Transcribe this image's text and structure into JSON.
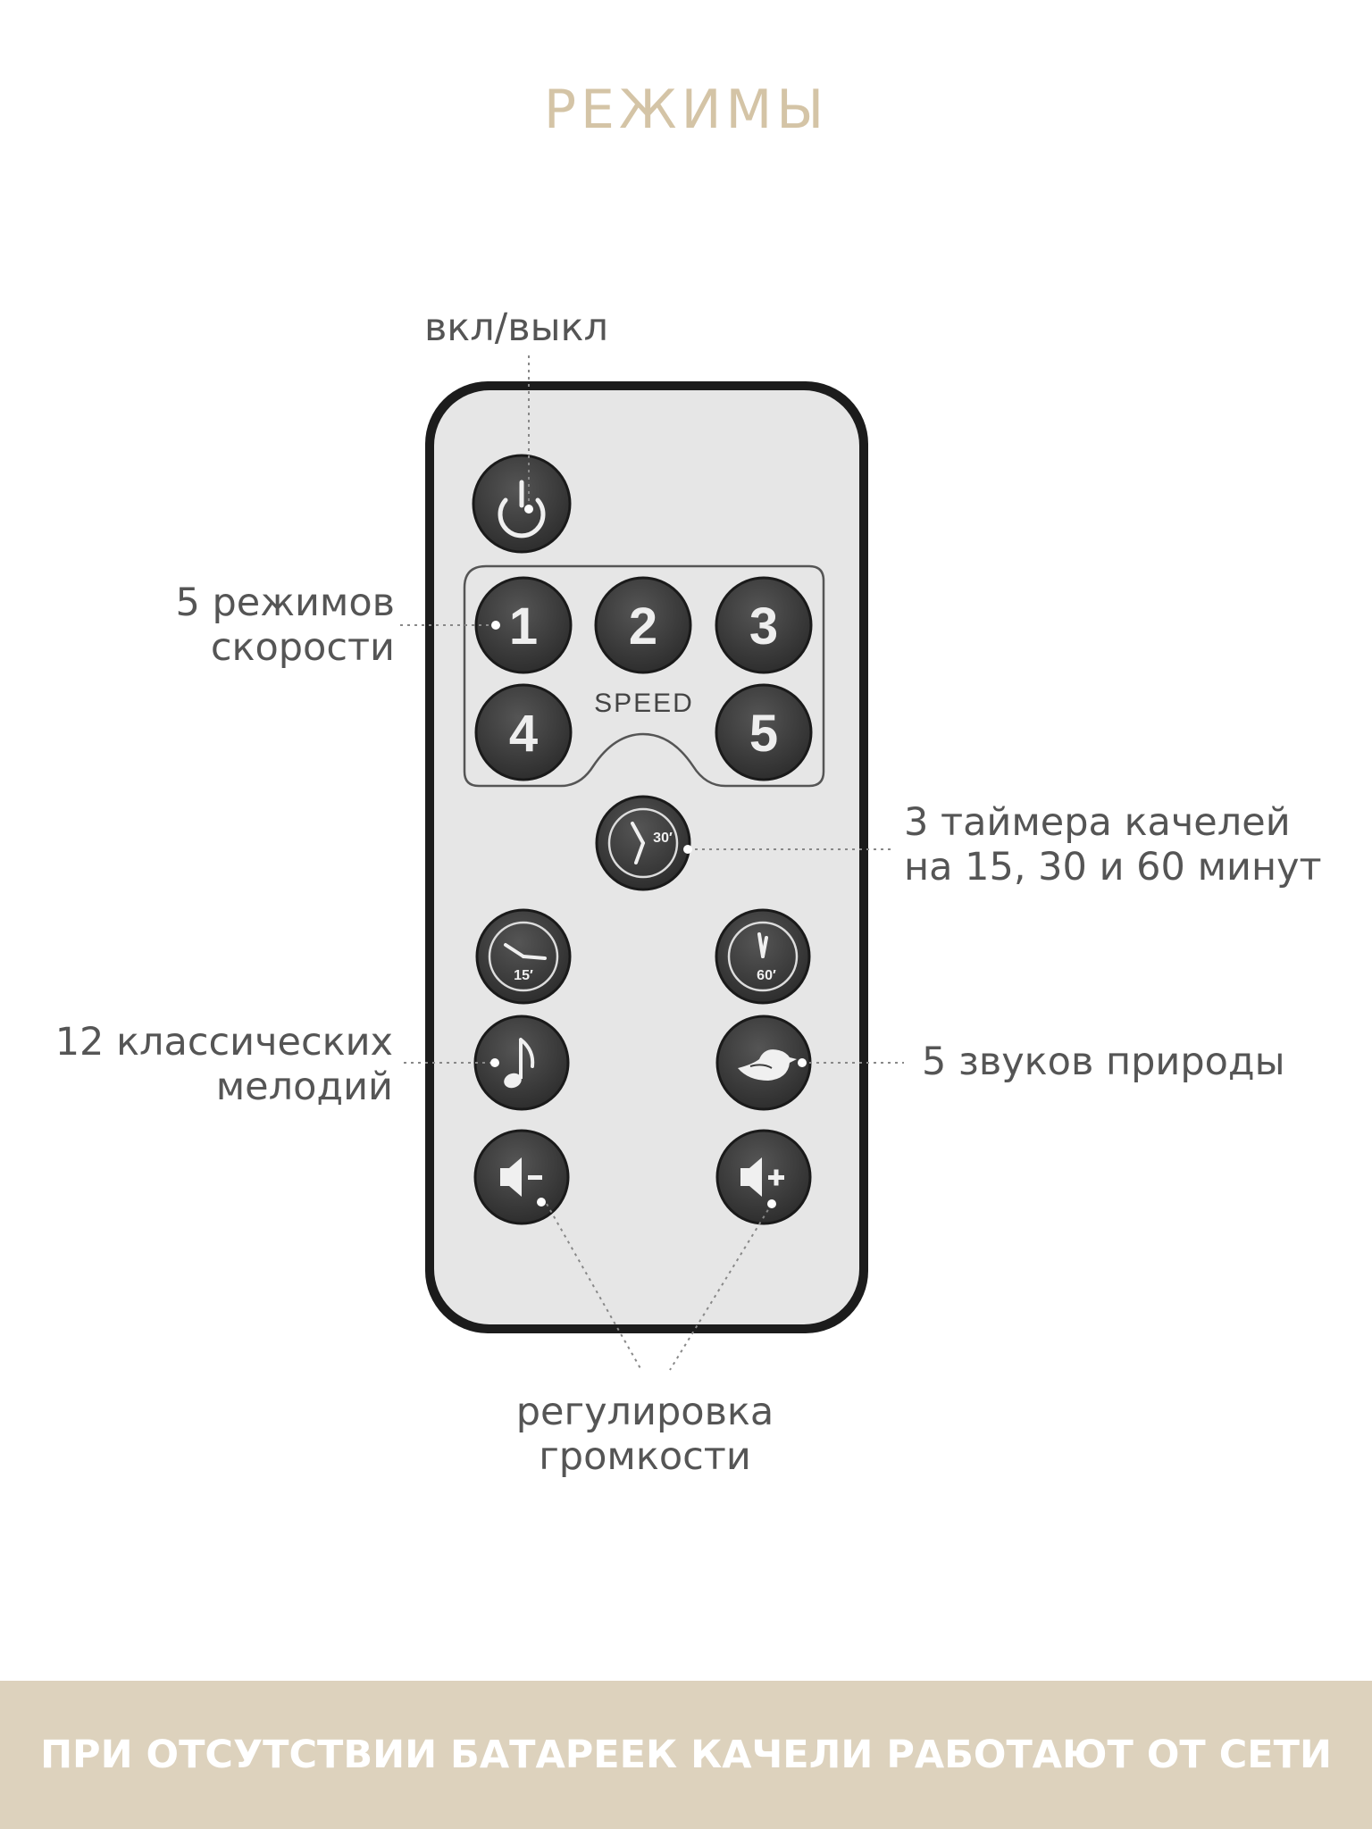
{
  "title": "РЕЖИМЫ",
  "labels": {
    "power": "вкл/выкл",
    "speed": [
      "5 режимов",
      "скорости"
    ],
    "timer": [
      "3 таймера качелей",
      "на 15, 30 и 60 минут"
    ],
    "melody": [
      "12 классических",
      "мелодий"
    ],
    "nature": "5 звуков природы",
    "volume": [
      "регулировка",
      "громкости"
    ]
  },
  "remote": {
    "speed_buttons": [
      "1",
      "2",
      "3",
      "4",
      "5"
    ],
    "speed_caption": "SPEED",
    "timer_buttons": [
      "30′",
      "15′",
      "60′"
    ],
    "icons": [
      "power-icon",
      "clock-icon",
      "music-note-icon",
      "bird-icon",
      "volume-down-icon",
      "volume-up-icon"
    ]
  },
  "footer": "ПРИ ОТСУТСТВИИ БАТАРЕЕК КАЧЕЛИ РАБОТАЮТ ОТ СЕТИ",
  "colors": {
    "title": "#d4c4a6",
    "footer_bg": "#ddd2bd",
    "remote_body": "#e6e6e6",
    "button": "#3d3d3d"
  }
}
